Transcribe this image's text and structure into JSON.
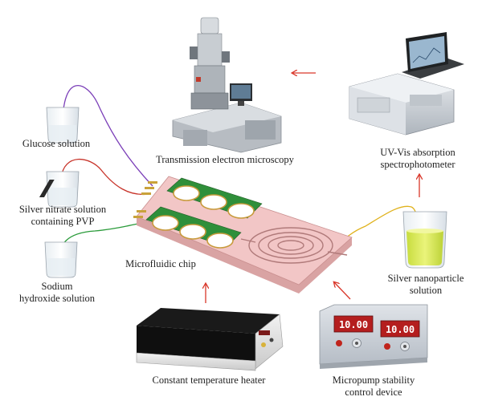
{
  "diagram": {
    "labels": {
      "tem": "Transmission electron microscopy",
      "uvvis_line1": "UV-Vis absorption",
      "uvvis_line2": "spectrophotometer",
      "glucose": "Glucose solution",
      "silver_nitrate_line1": "Silver nitrate solution",
      "silver_nitrate_line2": "containing PVP",
      "sodium_line1": "Sodium",
      "sodium_line2": "hydroxide solution",
      "chip": "Microfluidic chip",
      "nanoparticle_line1": "Silver nanoparticle",
      "nanoparticle_line2": "solution",
      "heater": "Constant temperature heater",
      "micropump_line1": "Micropump stability",
      "micropump_line2": "control device",
      "pump_display_left": "10.00",
      "pump_display_right": "10.00"
    },
    "colors": {
      "arrow": "#d9372a",
      "tube_glucose": "#7b3fb8",
      "tube_silver_nitrate": "#c8352b",
      "tube_sodium": "#2a9b3a",
      "tube_output": "#e0b21c",
      "chip_top": "#f2c6c6",
      "chip_side": "#d9a3a3",
      "chip_chamber": "#2f8f3a",
      "nanoparticle_liquid": "#d9e85a",
      "heater_plate": "#1a1a1a",
      "pump_body": "#c9ced6",
      "pump_display": "#b41e1e"
    }
  }
}
